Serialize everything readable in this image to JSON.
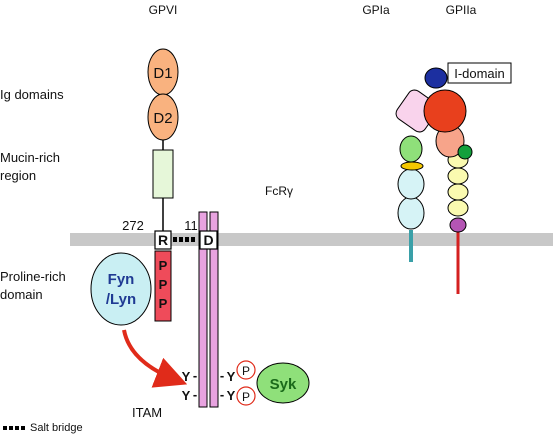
{
  "headers": {
    "gpvi": "GPVI",
    "gpia": "GPIa",
    "gpiia": "GPIIa"
  },
  "side_labels": {
    "ig_line1": "Ig domains",
    "mucin_line1": "Mucin-rich",
    "mucin_line2": "region",
    "proline_line1": "Proline-rich",
    "proline_line2": "domain",
    "itam": "ITAM"
  },
  "domains": {
    "d1": "D1",
    "d2": "D2",
    "r": "R",
    "d": "D",
    "p1": "P",
    "p2": "P",
    "p3": "P",
    "fyn_line1": "Fyn",
    "fyn_line2": "/Lyn",
    "syk": "Syk",
    "pa": "P",
    "pb": "P",
    "y1": "Y",
    "y2": "Y",
    "y3": "Y",
    "y4": "Y",
    "dash1": "-",
    "dash2": "-",
    "dash3": "-",
    "dash4": "-"
  },
  "numbers": {
    "n272": "272",
    "n11": "11"
  },
  "fcr": "FcRγ",
  "idomain": "I-domain",
  "legend": {
    "salt_bridge": "Salt bridge"
  },
  "colors": {
    "ig_domain": "#f9b27f",
    "mucin": "#e6f7d9",
    "membrane": "#c8c8c8",
    "fcr": "#e8a3e0",
    "ppp": "#ef4b5a",
    "fyn": "#c9eff3",
    "syk": "#8fe07a",
    "arrow": "#e02b1a",
    "gpia_top": "#f9d3ec",
    "gpia_green": "#8fe07a",
    "gpia_yellow": "#f5c800",
    "gpia_cyan": "#d6f3f6",
    "gpia_stalk": "#3aa0a8",
    "gpiia_red": "#e8401d",
    "gpiia_salmon": "#f7a48a",
    "gpiia_green": "#13a03c",
    "gpiia_yellow": "#fafab0",
    "gpiia_purple": "#b455b4",
    "gpiia_stalk": "#d42020",
    "idomain_blue": "#1c2fa0"
  }
}
